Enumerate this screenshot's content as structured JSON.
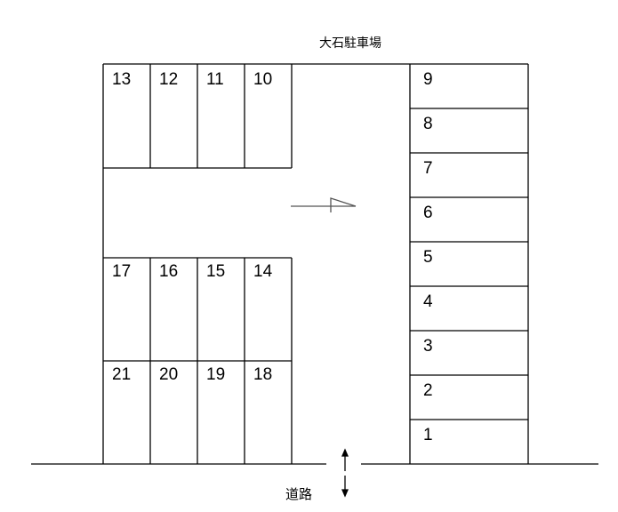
{
  "title": "大石駐車場",
  "road_label": "道路",
  "left_block_top": [
    "13",
    "12",
    "11",
    "10"
  ],
  "left_block_mid": [
    "17",
    "16",
    "15",
    "14"
  ],
  "left_block_bottom": [
    "21",
    "20",
    "19",
    "18"
  ],
  "right_column": [
    "9",
    "8",
    "7",
    "6",
    "5",
    "4",
    "3",
    "2",
    "1"
  ],
  "line_color": "#000000",
  "north_arrow_color": "#555555"
}
